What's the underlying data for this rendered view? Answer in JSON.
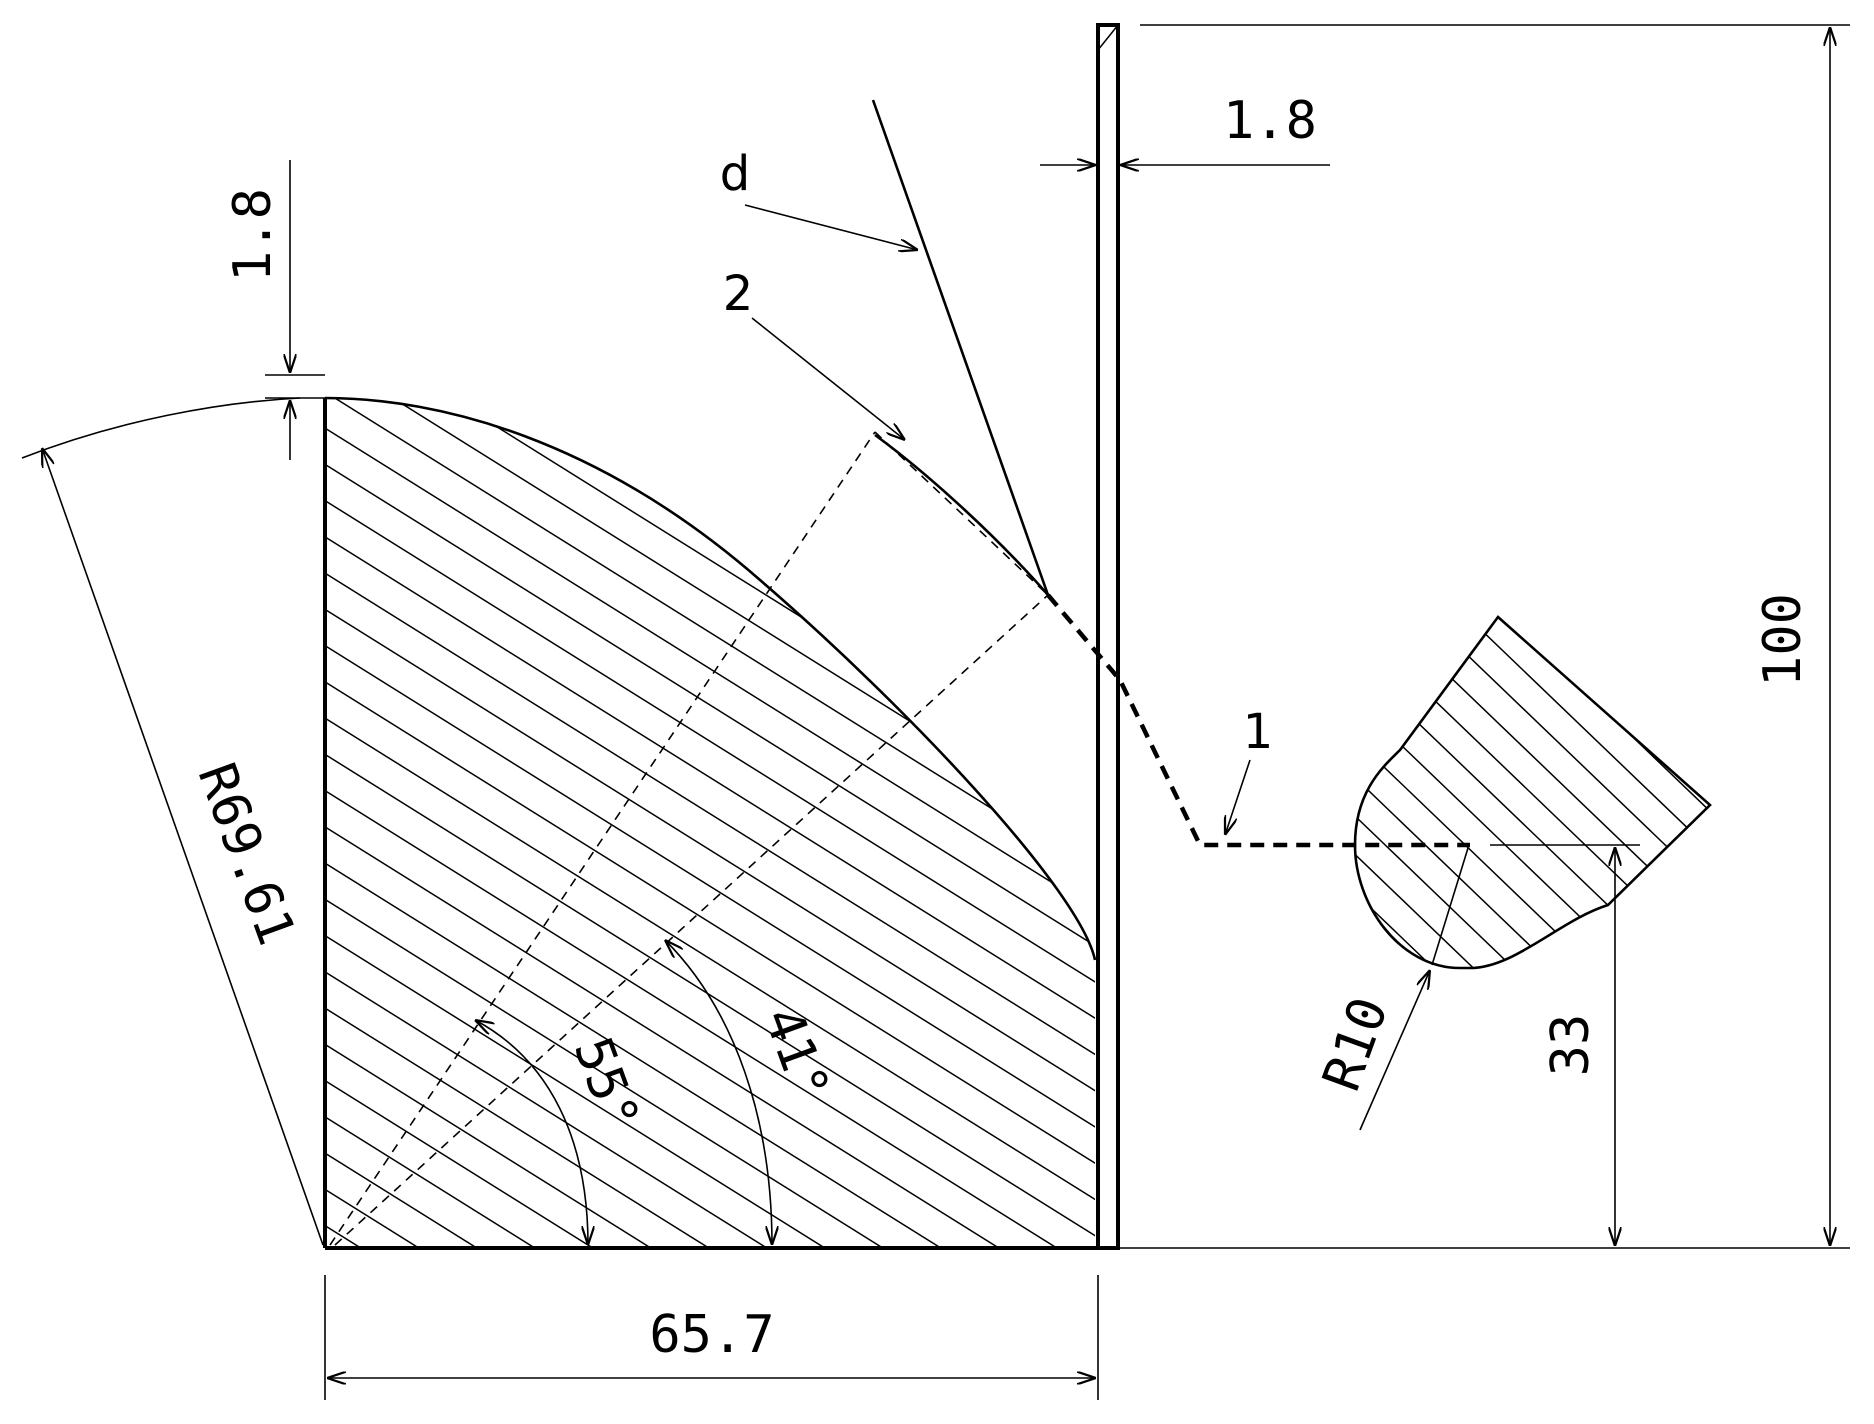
{
  "drawing": {
    "dimensions": {
      "plate_thickness_top": "1.8",
      "vertical_offset_left": "1.8",
      "total_height": "100",
      "base_width": "65.7",
      "arc_radius": "R69.61",
      "tool_radius": "R10",
      "tool_height": "33",
      "angle_1": "55°",
      "angle_2": "41°"
    },
    "labels": {
      "line_d": "d",
      "curve_2": "2",
      "path_1": "1"
    }
  }
}
